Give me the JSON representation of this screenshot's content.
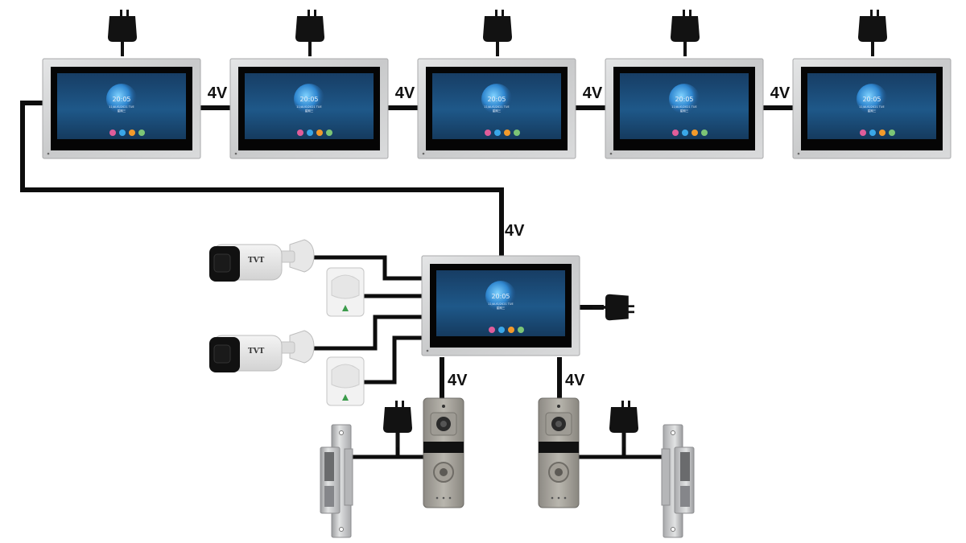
{
  "diagram": {
    "title": "Multi-monitor video intercom wiring diagram",
    "cable_label": "4V",
    "screen": {
      "time": "20:05",
      "date_line": "11/AUG/2021 TUE",
      "sub_line": "星期三"
    },
    "camera_brand": "TVT",
    "colors": {
      "wire": "#0d0d0d",
      "bezel": "#cfd0d1",
      "screen": "#1f4e78",
      "accent": "#2f9be0"
    },
    "devices": {
      "monitors": 6,
      "cameras": 2,
      "motion_sensors": 2,
      "door_stations": 2,
      "electric_locks": 2,
      "power_adapters": 8
    }
  }
}
